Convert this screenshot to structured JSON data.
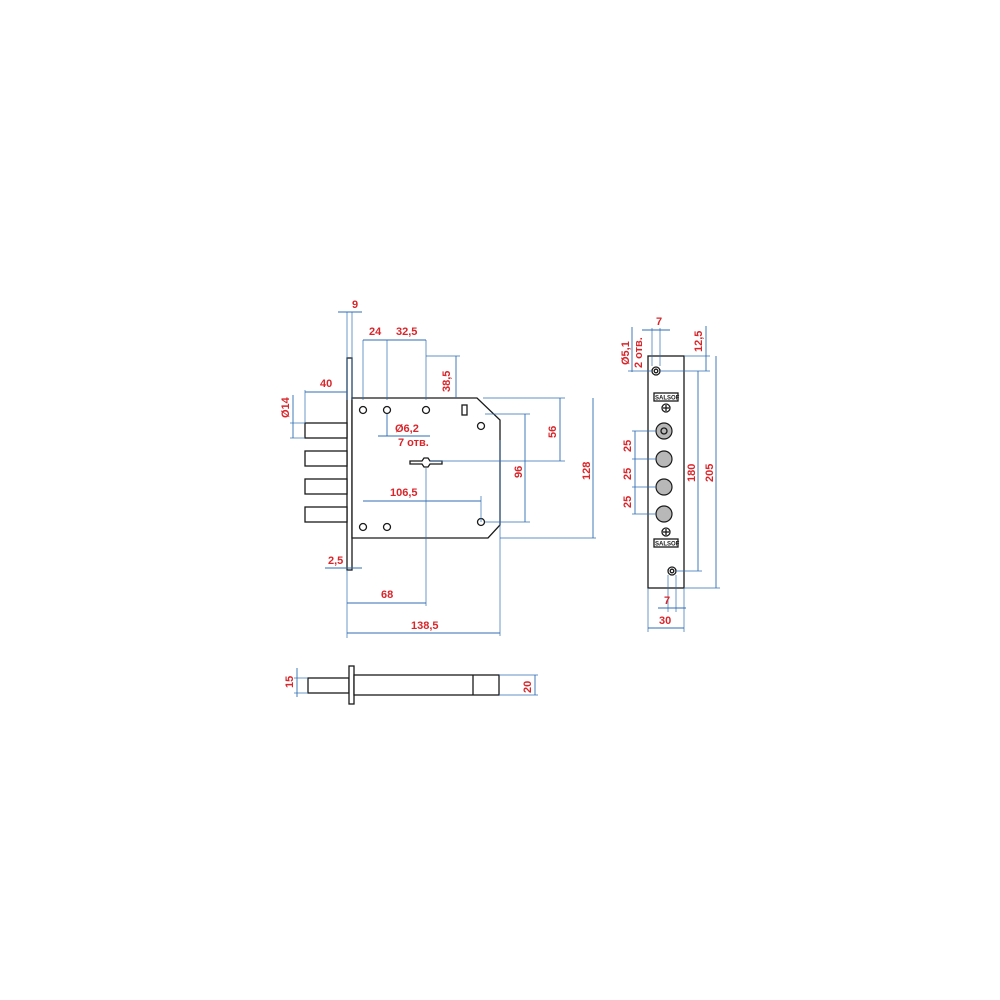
{
  "front_view": {
    "dims": {
      "d9": "9",
      "d24": "24",
      "d32_5": "32,5",
      "d38_5": "38,5",
      "d40": "40",
      "d14": "Ø14",
      "d6_2": "Ø6,2",
      "d7holes": "7 отв.",
      "d56": "56",
      "d96": "96",
      "d128": "128",
      "d106_5": "106,5",
      "d2_5": "2,5",
      "d68": "68",
      "d138_5": "138,5"
    }
  },
  "side_view": {
    "dims": {
      "d15": "15",
      "d20": "20"
    }
  },
  "faceplate_view": {
    "dims": {
      "d7_top": "7",
      "d5_1": "Ø5,1",
      "d2holes": "2 отв.",
      "d12_5": "12,5",
      "d25_a": "25",
      "d25_b": "25",
      "d25_c": "25",
      "d180": "180",
      "d205": "205",
      "d7_bottom": "7",
      "d30": "30"
    },
    "logo_text": "SALSOF"
  },
  "colors": {
    "outline": "#1a1a1a",
    "dimension_line": "#2f6db3",
    "dimension_text": "#d8262b",
    "bolt_fill": "#b8b8b8"
  }
}
